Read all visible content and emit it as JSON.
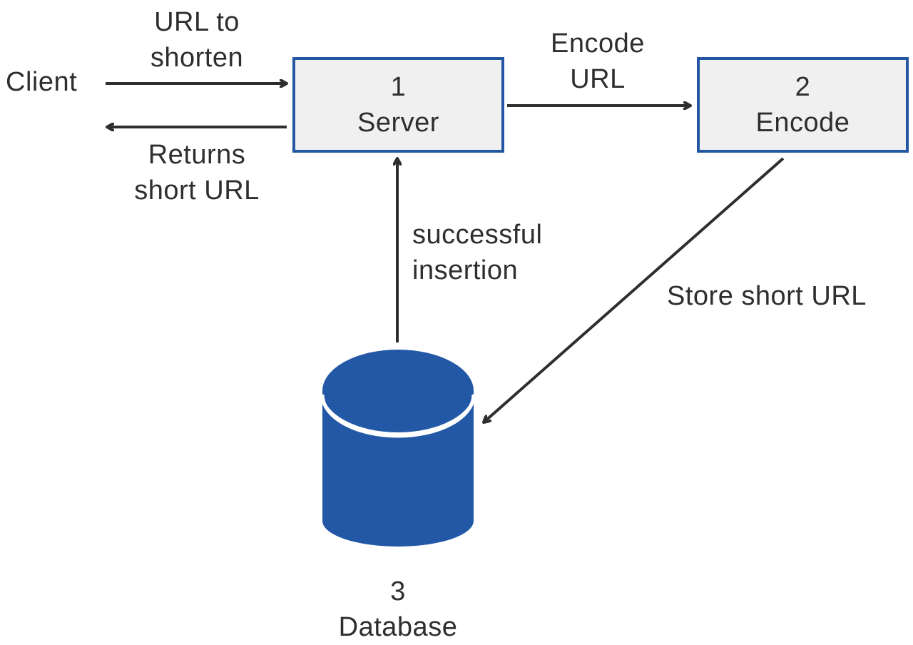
{
  "client_label": "Client",
  "nodes": {
    "server": {
      "number": "1",
      "name": "Server"
    },
    "encode": {
      "number": "2",
      "name": "Encode"
    },
    "database": {
      "number": "3",
      "name": "Database"
    }
  },
  "edges": {
    "url_to_shorten": [
      "URL to",
      "shorten"
    ],
    "returns_short_url": [
      "Returns",
      "short URL"
    ],
    "encode_url": [
      "Encode",
      "URL"
    ],
    "successful_insertion": [
      "successful",
      "insertion"
    ],
    "store_short_url": "Store short URL"
  },
  "colors": {
    "box_border": "#2457a3",
    "box_fill": "#f0f0f0",
    "database_fill": "#2358a6",
    "arrow": "#2e2e2e",
    "text": "#2e2e2e"
  }
}
